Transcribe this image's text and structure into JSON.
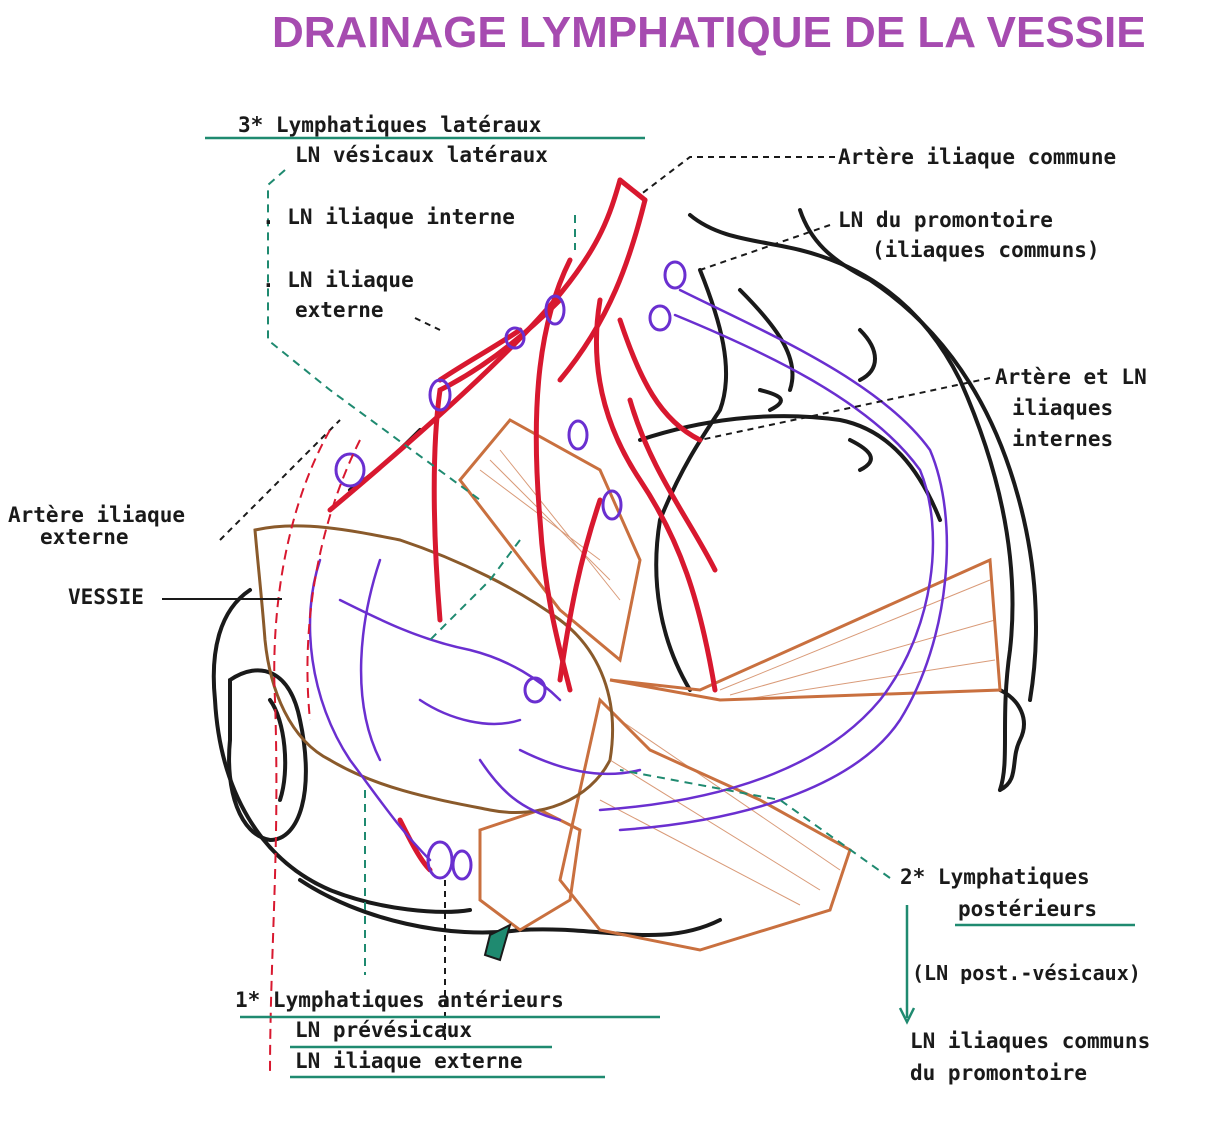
{
  "title": "DRAINAGE LYMPHATIQUE DE LA VESSIE",
  "colors": {
    "title": "#a64bb0",
    "artery": "#d8182f",
    "lymph": "#6a2fd0",
    "leader": "#1f8a70",
    "muscle": "#c9703f",
    "outline": "#1a1a1a"
  },
  "labels": {
    "lateral_title": "3* Lymphatiques latéraux",
    "ln_vesicaux_lateraux": "LN vésicaux latéraux",
    "ln_iliaque_interne": ". LN iliaque interne",
    "ln_iliaque_externe_1": ". LN iliaque",
    "ln_iliaque_externe_2": "externe",
    "artere_iliaque_commune": "Artère iliaque commune",
    "ln_promontoire_1": "LN du promontoire",
    "ln_promontoire_2": "(iliaques communs)",
    "artere_ln_internes_1": "Artère et LN",
    "artere_ln_internes_2": "iliaques",
    "artere_ln_internes_3": "internes",
    "artere_iliaque_externe_1": "Artère iliaque",
    "artere_iliaque_externe_2": "externe",
    "vessie": "VESSIE",
    "posterior_title_1": "2* Lymphatiques",
    "posterior_title_2": "postérieurs",
    "ln_post_vesicaux": "(LN post.-vésicaux)",
    "ln_iliaques_communs_1": "LN iliaques communs",
    "ln_iliaques_communs_2": "du promontoire",
    "anterior_title": "1* Lymphatiques antérieurs",
    "ln_prevesicaux": "LN  prévésicaux",
    "ln_iliaque_externe_ant": "LN   iliaque externe"
  }
}
